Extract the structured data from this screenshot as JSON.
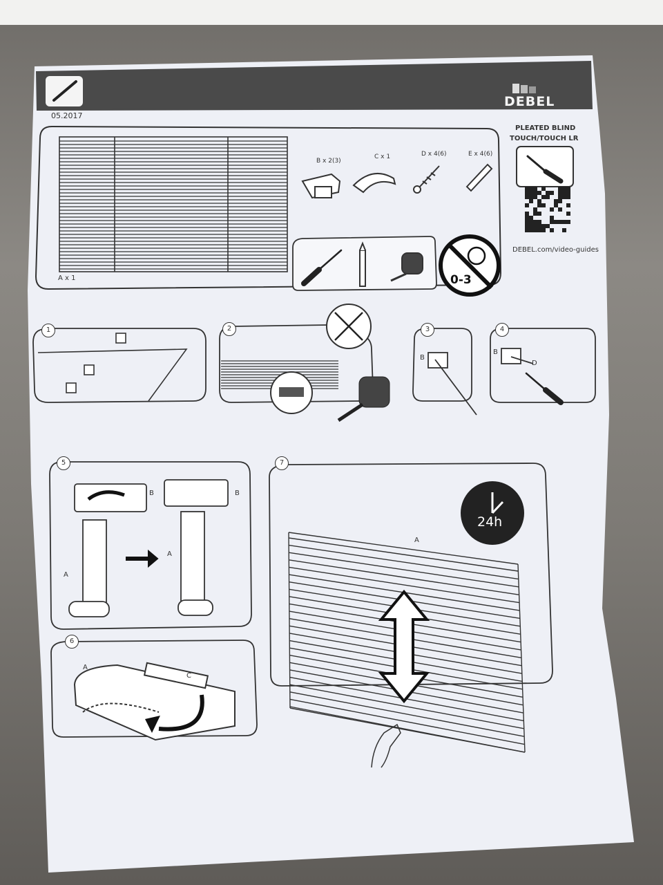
{
  "header": {
    "date": "05.2017",
    "brand": "DEBEL"
  },
  "product": {
    "title_line1": "PLEATED BLIND",
    "title_line2": "TOUCH/TOUCH LR",
    "website": "DEBEL.com/video-guides",
    "age_warning": "0-3"
  },
  "parts": {
    "a": "A x 1",
    "b": "B x 2(3)",
    "c": "C x 1",
    "d": "D x 4(6)",
    "e": "E x 4(6)"
  },
  "steps": {
    "s1": "1",
    "s2": "2",
    "s3": "3",
    "s4": "4",
    "s5": "5",
    "s6": "6",
    "s7": "7"
  },
  "letters": {
    "a": "A",
    "b": "B",
    "c": "C",
    "d": "D"
  },
  "badge_24h": "24h",
  "colors": {
    "paper": "#eef0f6",
    "header_bar": "#4a4a4a",
    "ink": "#2a2a2a"
  }
}
